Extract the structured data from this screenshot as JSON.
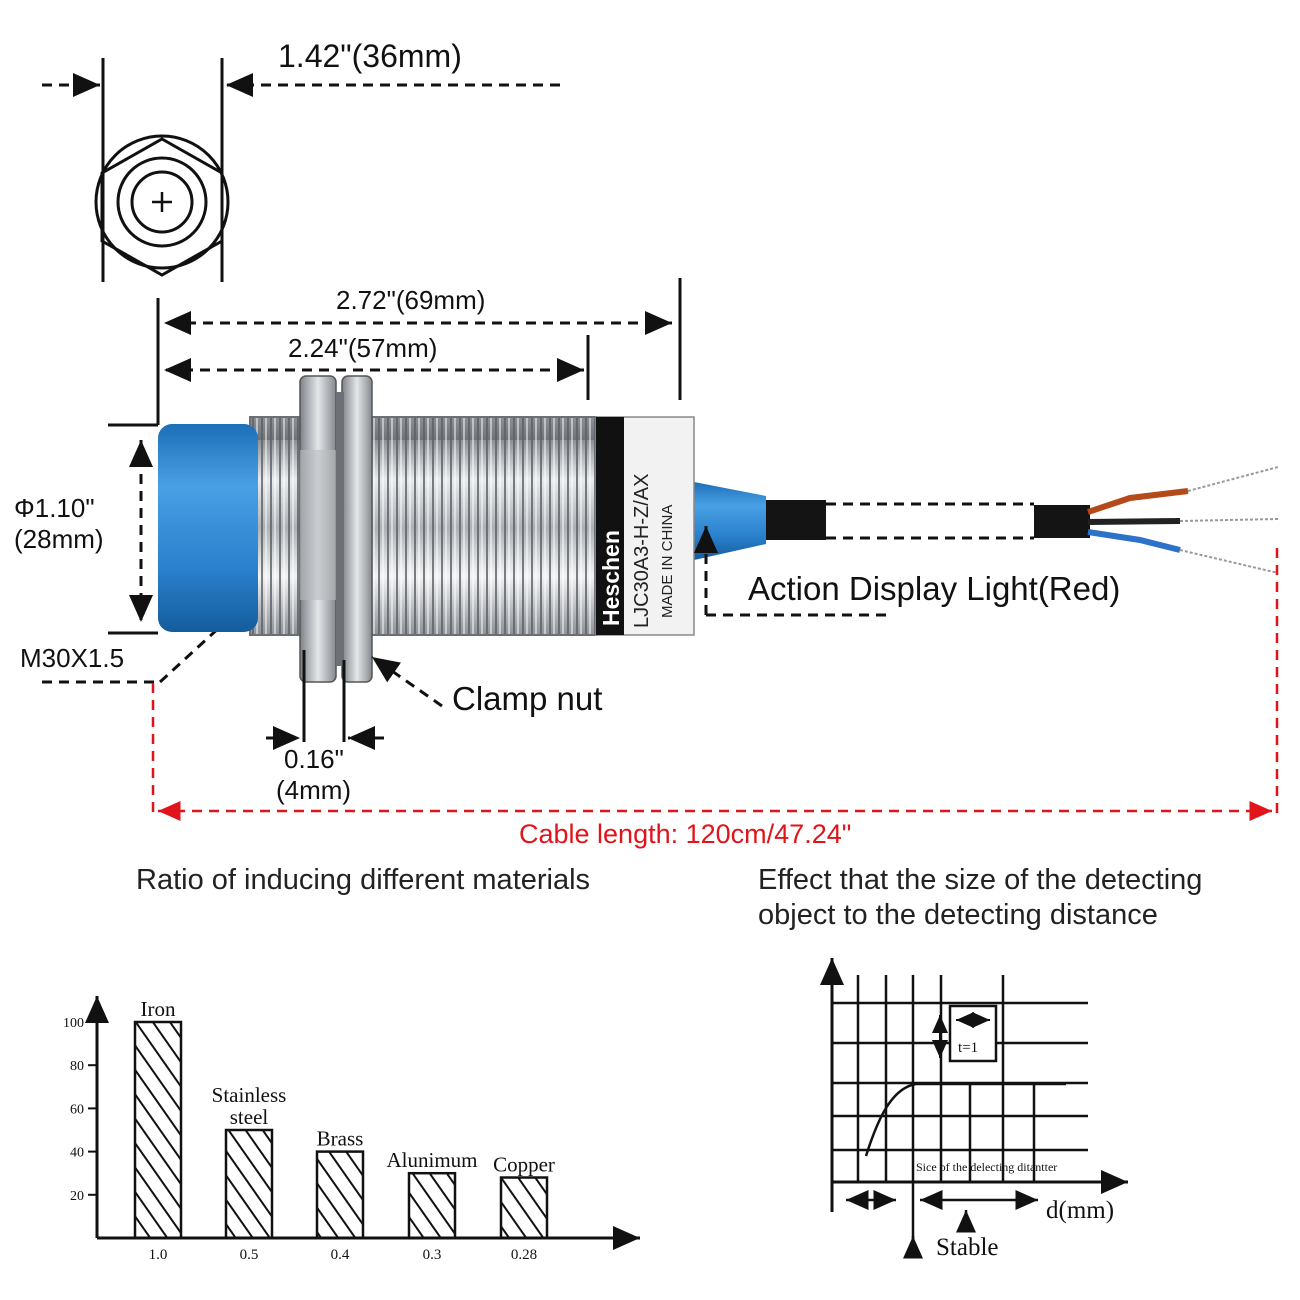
{
  "dimensions": {
    "width_label": "1.42\"(36mm)",
    "total_length_label": "2.72\"(69mm)",
    "thread_length_label": "2.24\"(57mm)",
    "diameter_label_line1": "Φ1.10\"",
    "diameter_label_line2": "(28mm)",
    "thread_label": "M30X1.5",
    "nut_width_line1": "0.16\"",
    "nut_width_line2": "(4mm)"
  },
  "callouts": {
    "action_light": "Action Display Light(Red)",
    "clamp_nut": "Clamp nut",
    "cable_length": "Cable length: 120cm/47.24\""
  },
  "sensor_label": {
    "brand": "Heschen",
    "model": "LJC30A3-H-Z/AX",
    "origin": "MADE IN CHINA"
  },
  "colors": {
    "sensor_cap": "#2f86cf",
    "cable_red_line": "#e0141a",
    "metal": "#c9cccf"
  },
  "ratio_chart": {
    "heading": "Ratio of inducing different materials",
    "chart_data": {
      "type": "bar",
      "categories": [
        "Iron",
        "Stainless steel",
        "Brass",
        "Alunimum",
        "Copper"
      ],
      "category_label_lines": [
        [
          "Iron"
        ],
        [
          "Stainless",
          "steel"
        ],
        [
          "Brass"
        ],
        [
          "Alunimum"
        ],
        [
          "Copper"
        ]
      ],
      "x_tick_labels": [
        "1.0",
        "0.5",
        "0.4",
        "0.3",
        "0.28"
      ],
      "values": [
        100,
        50,
        40,
        30,
        28
      ],
      "y_ticks": [
        "100",
        "80",
        "60",
        "40",
        "20"
      ],
      "ylim": [
        0,
        100
      ],
      "bar_fill": "diagonal hatch"
    }
  },
  "distance_chart": {
    "heading_line1": "Effect that the size of the detecting",
    "heading_line2": "object to the detecting distance",
    "marker_label": "t=1",
    "curve_label": "Sice of the delecting ditantter",
    "x_axis_label": "d(mm)",
    "stable_label": "Stable"
  }
}
